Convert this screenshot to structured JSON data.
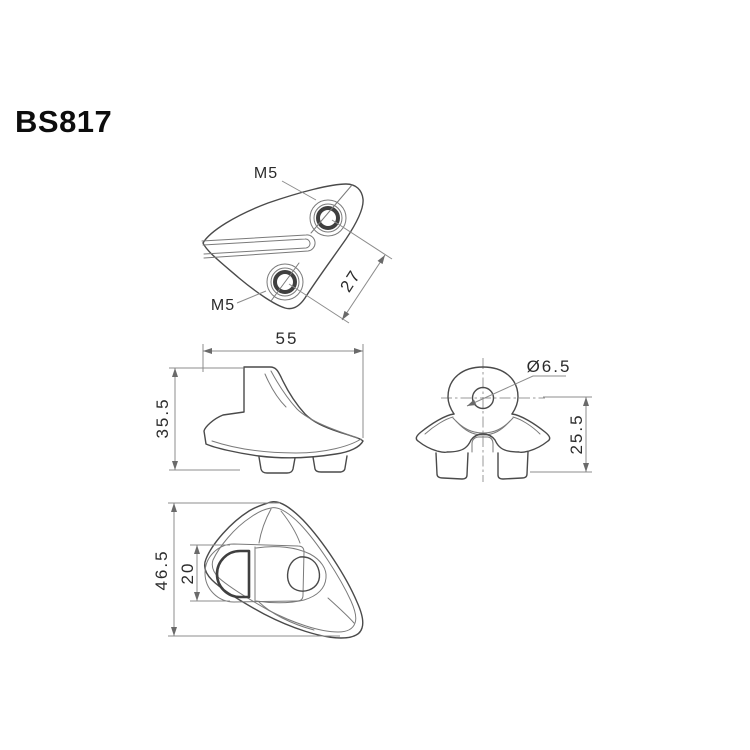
{
  "header": {
    "part_number": "BS817"
  },
  "drawing": {
    "top_view": {
      "thread_label_top": "M5",
      "thread_label_bottom": "M5",
      "dim_hole_spacing": "27"
    },
    "front_view": {
      "dim_width": "55",
      "dim_height": "35.5"
    },
    "side_view": {
      "dim_hole_diameter": "Ø6.5",
      "dim_height": "25.5"
    },
    "bottom_view": {
      "dim_length": "46.5",
      "dim_slot_width": "20"
    }
  },
  "colors": {
    "background": "#ffffff",
    "outline": "#4a4a4a",
    "dimension_line": "#8c8c8c",
    "text": "#2b2b2b",
    "title": "#0d0d0d"
  }
}
